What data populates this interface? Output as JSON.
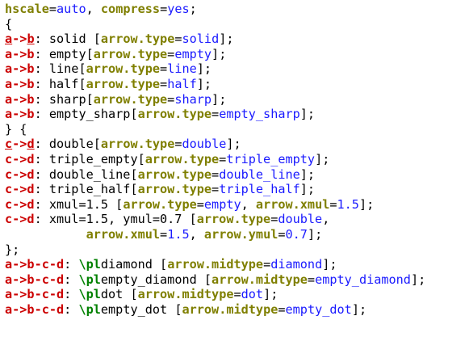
{
  "colors": {
    "attribute": "#7f7f00",
    "value": "#1a1aff",
    "entity": "#cc0000",
    "keyword": "#008000",
    "text": "#000000",
    "background": "#ffffff"
  },
  "lines": [
    [
      {
        "t": "hscale",
        "c": "attr"
      },
      {
        "t": "="
      },
      {
        "t": "auto",
        "c": "val"
      },
      {
        "t": ", "
      },
      {
        "t": "compress",
        "c": "attr"
      },
      {
        "t": "="
      },
      {
        "t": "yes",
        "c": "val"
      },
      {
        "t": ";"
      }
    ],
    [
      {
        "t": "{"
      }
    ],
    [
      {
        "t": "a",
        "c": "ent",
        "u": true
      },
      {
        "t": "->",
        "c": "ent"
      },
      {
        "t": "b",
        "c": "ent",
        "u": true
      },
      {
        "t": ": solid ["
      },
      {
        "t": "arrow.type",
        "c": "attr"
      },
      {
        "t": "="
      },
      {
        "t": "solid",
        "c": "val"
      },
      {
        "t": "];"
      }
    ],
    [
      {
        "t": "a->b",
        "c": "ent"
      },
      {
        "t": ": empty["
      },
      {
        "t": "arrow.type",
        "c": "attr"
      },
      {
        "t": "="
      },
      {
        "t": "empty",
        "c": "val"
      },
      {
        "t": "];"
      }
    ],
    [
      {
        "t": "a->b",
        "c": "ent"
      },
      {
        "t": ": line["
      },
      {
        "t": "arrow.type",
        "c": "attr"
      },
      {
        "t": "="
      },
      {
        "t": "line",
        "c": "val"
      },
      {
        "t": "];"
      }
    ],
    [
      {
        "t": "a->b",
        "c": "ent"
      },
      {
        "t": ": half["
      },
      {
        "t": "arrow.type",
        "c": "attr"
      },
      {
        "t": "="
      },
      {
        "t": "half",
        "c": "val"
      },
      {
        "t": "];"
      }
    ],
    [
      {
        "t": "a->b",
        "c": "ent"
      },
      {
        "t": ": sharp["
      },
      {
        "t": "arrow.type",
        "c": "attr"
      },
      {
        "t": "="
      },
      {
        "t": "sharp",
        "c": "val"
      },
      {
        "t": "];"
      }
    ],
    [
      {
        "t": "a->b",
        "c": "ent"
      },
      {
        "t": ": empty_sharp["
      },
      {
        "t": "arrow.type",
        "c": "attr"
      },
      {
        "t": "="
      },
      {
        "t": "empty_sharp",
        "c": "val"
      },
      {
        "t": "];"
      }
    ],
    [
      {
        "t": "} {"
      }
    ],
    [
      {
        "t": "c",
        "c": "ent",
        "u": true
      },
      {
        "t": "->",
        "c": "ent"
      },
      {
        "t": "d",
        "c": "ent",
        "u": true
      },
      {
        "t": ": double["
      },
      {
        "t": "arrow.type",
        "c": "attr"
      },
      {
        "t": "="
      },
      {
        "t": "double",
        "c": "val"
      },
      {
        "t": "];"
      }
    ],
    [
      {
        "t": "c->d",
        "c": "ent"
      },
      {
        "t": ": triple_empty["
      },
      {
        "t": "arrow.type",
        "c": "attr"
      },
      {
        "t": "="
      },
      {
        "t": "triple_empty",
        "c": "val"
      },
      {
        "t": "];"
      }
    ],
    [
      {
        "t": "c->d",
        "c": "ent"
      },
      {
        "t": ": double_line["
      },
      {
        "t": "arrow.type",
        "c": "attr"
      },
      {
        "t": "="
      },
      {
        "t": "double_line",
        "c": "val"
      },
      {
        "t": "];"
      }
    ],
    [
      {
        "t": "c->d",
        "c": "ent"
      },
      {
        "t": ": triple_half["
      },
      {
        "t": "arrow.type",
        "c": "attr"
      },
      {
        "t": "="
      },
      {
        "t": "triple_half",
        "c": "val"
      },
      {
        "t": "];"
      }
    ],
    [
      {
        "t": "c->d",
        "c": "ent"
      },
      {
        "t": ": xmul=1.5 ["
      },
      {
        "t": "arrow.type",
        "c": "attr"
      },
      {
        "t": "="
      },
      {
        "t": "empty",
        "c": "val"
      },
      {
        "t": ", "
      },
      {
        "t": "arrow.xmul",
        "c": "attr"
      },
      {
        "t": "="
      },
      {
        "t": "1.5",
        "c": "val"
      },
      {
        "t": "];"
      }
    ],
    [
      {
        "t": "c->d",
        "c": "ent"
      },
      {
        "t": ": xmul=1.5, ymul=0.7 ["
      },
      {
        "t": "arrow.type",
        "c": "attr"
      },
      {
        "t": "="
      },
      {
        "t": "double",
        "c": "val"
      },
      {
        "t": ","
      }
    ],
    [
      {
        "t": "           "
      },
      {
        "t": "arrow.xmul",
        "c": "attr"
      },
      {
        "t": "="
      },
      {
        "t": "1.5",
        "c": "val"
      },
      {
        "t": ", "
      },
      {
        "t": "arrow.ymul",
        "c": "attr"
      },
      {
        "t": "="
      },
      {
        "t": "0.7",
        "c": "val"
      },
      {
        "t": "];"
      }
    ],
    [
      {
        "t": "};"
      }
    ],
    [
      {
        "t": "a->b-c-d",
        "c": "ent"
      },
      {
        "t": ": "
      },
      {
        "t": "\\pl",
        "c": "kw"
      },
      {
        "t": "diamond ["
      },
      {
        "t": "arrow.midtype",
        "c": "attr"
      },
      {
        "t": "="
      },
      {
        "t": "diamond",
        "c": "val"
      },
      {
        "t": "];"
      }
    ],
    [
      {
        "t": "a->b-c-d",
        "c": "ent"
      },
      {
        "t": ": "
      },
      {
        "t": "\\pl",
        "c": "kw"
      },
      {
        "t": "empty_diamond ["
      },
      {
        "t": "arrow.midtype",
        "c": "attr"
      },
      {
        "t": "="
      },
      {
        "t": "empty_diamond",
        "c": "val"
      },
      {
        "t": "];"
      }
    ],
    [
      {
        "t": "a->b-c-d",
        "c": "ent"
      },
      {
        "t": ": "
      },
      {
        "t": "\\pl",
        "c": "kw"
      },
      {
        "t": "dot ["
      },
      {
        "t": "arrow.midtype",
        "c": "attr"
      },
      {
        "t": "="
      },
      {
        "t": "dot",
        "c": "val"
      },
      {
        "t": "];"
      }
    ],
    [
      {
        "t": "a->b-c-d",
        "c": "ent"
      },
      {
        "t": ": "
      },
      {
        "t": "\\pl",
        "c": "kw"
      },
      {
        "t": "empty_dot ["
      },
      {
        "t": "arrow.midtype",
        "c": "attr"
      },
      {
        "t": "="
      },
      {
        "t": "empty_dot",
        "c": "val"
      },
      {
        "t": "];"
      }
    ]
  ]
}
